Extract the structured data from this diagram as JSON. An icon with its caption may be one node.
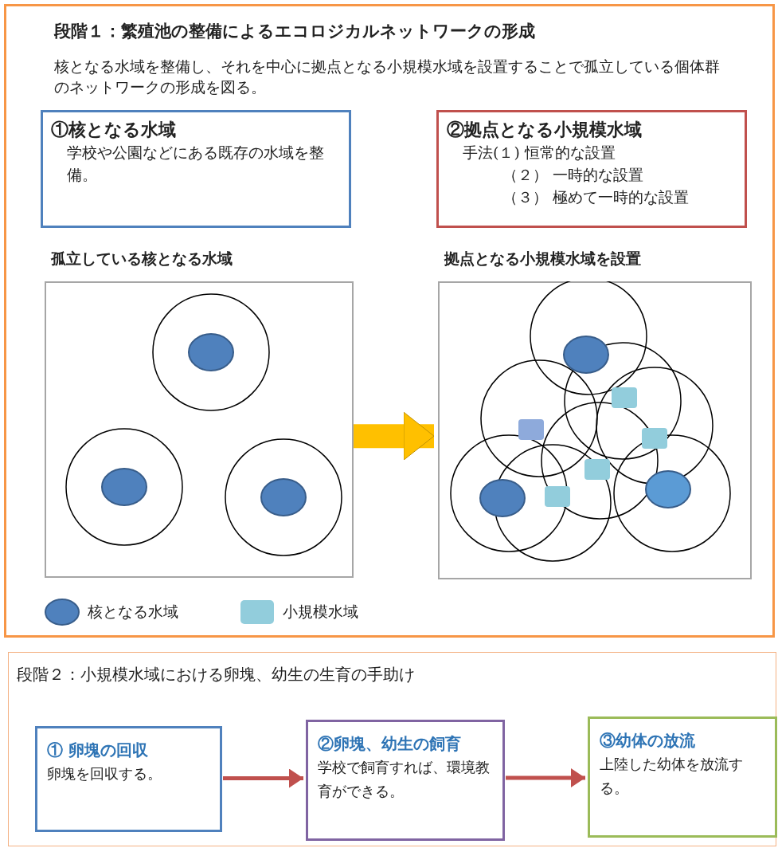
{
  "diagram": {
    "nodes": [
      {
        "text": [
          "段階１：繁殖池の整備によるエコロジカルネットワークの形成",
          "核となる水域を整備し、それを中心に拠点となる小規模水域を設置することで孤立している個体群のネットワークの形成を図る。"
        ]
      },
      {
        "text": [
          "①核となる水域",
          "学校や公園などにある既存の水域を整備。"
        ],
        "in": 0
      },
      {
        "text": [
          "②拠点となる小規模水域",
          "手法(１) 恒常的な設置",
          "（２） 一時的な設置",
          "（３） 極めて一時的な設置"
        ],
        "in": 0
      },
      {
        "text": [
          "孤立している核となる水域"
        ],
        "in": 0
      },
      {
        "text": [
          "拠点となる小規模水域を設置"
        ],
        "in": 0
      },
      {
        "text": [
          "段階２：小規模水域における卵塊、幼生の生育の手助け"
        ]
      },
      {
        "text": [
          "① 卵塊の回収",
          "卵塊を回収する。"
        ],
        "in": 5
      },
      {
        "text": [
          "②卵塊、幼生の飼育",
          "学校で飼育すれば、環境教育ができる。"
        ],
        "in": 5
      },
      {
        "text": [
          "③幼体の放流",
          "上陸した幼体を放流する。"
        ],
        "in": 5
      }
    ],
    "edges": [
      {
        "from": 3,
        "to": 4,
        "arrow": "to",
        "style": "thick",
        "color": "#ffc000"
      },
      {
        "from": 6,
        "to": 7,
        "arrow": "to"
      },
      {
        "from": 7,
        "to": 8,
        "arrow": "to"
      }
    ],
    "legend": [
      {
        "text": "核となる水域",
        "color": "#4f81bd"
      },
      {
        "text": "小規模水域",
        "color": "#92cddc"
      }
    ]
  }
}
